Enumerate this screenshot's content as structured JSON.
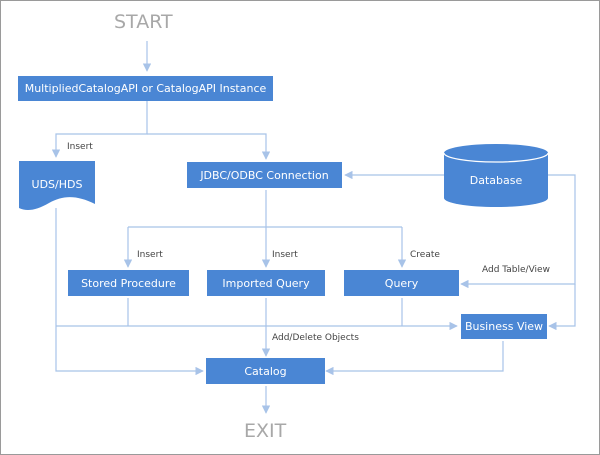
{
  "terminals": {
    "start": "START",
    "exit": "EXIT"
  },
  "nodes": {
    "api_instance": "MultipliedCatalogAPI or CatalogAPI Instance",
    "uds_hds": "UDS/HDS",
    "jdbc_odbc": "JDBC/ODBC Connection",
    "database": "Database",
    "stored_procedure": "Stored Procedure",
    "imported_query": "Imported Query",
    "query": "Query",
    "business_view": "Business View",
    "catalog": "Catalog"
  },
  "edge_labels": {
    "insert_uds": "Insert",
    "insert_sp": "Insert",
    "insert_iq": "Insert",
    "create_query": "Create",
    "add_table_view": "Add Table/View",
    "add_delete_objects": "Add/Delete Objects"
  },
  "colors": {
    "node_fill": "#4a86d4",
    "connector": "#a8c3e8",
    "terminal_text": "#a8a8a8"
  }
}
